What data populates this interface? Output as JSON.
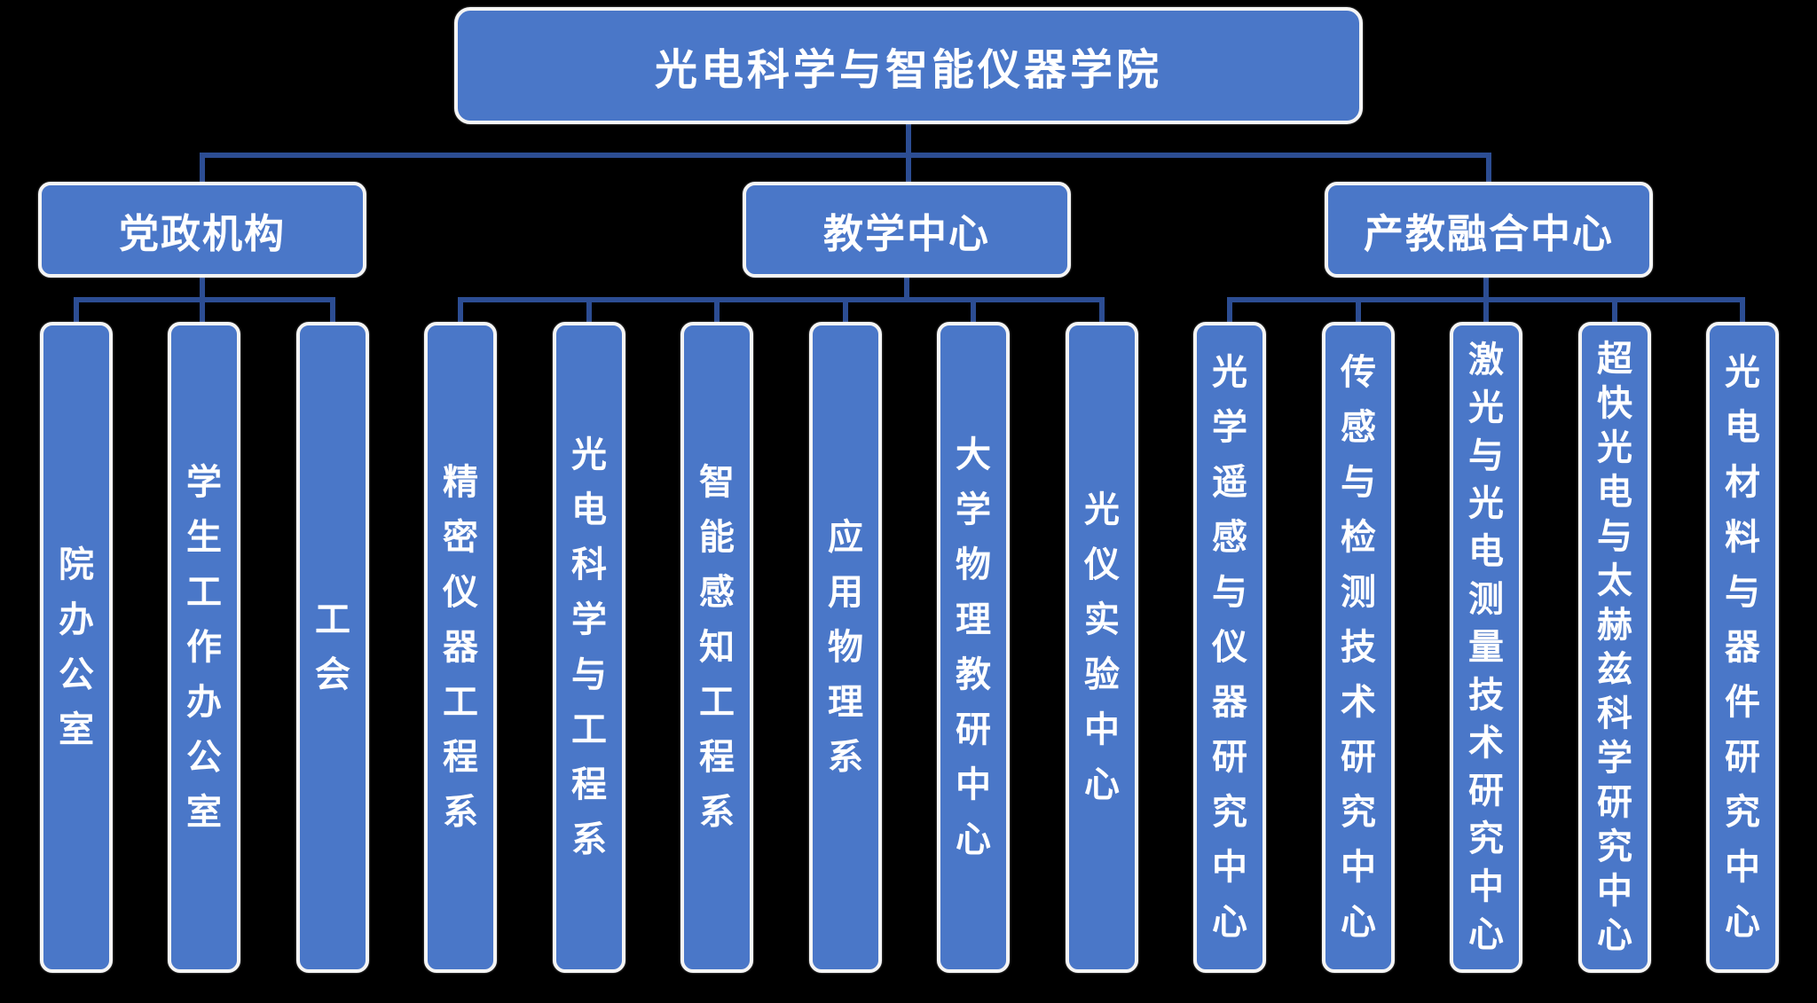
{
  "title": "光电科学与智能仪器学院",
  "groups": [
    {
      "label": "党政机构",
      "children": [
        "院办公室",
        "学生工作办公室",
        "工会"
      ]
    },
    {
      "label": "教学中心",
      "children": [
        "精密仪器工程系",
        "光电科学与工程系",
        "智能感知工程系",
        "应用物理系",
        "大学物理教研中心",
        "光仪实验中心"
      ]
    },
    {
      "label": "产教融合中心",
      "children": [
        "光学遥感与仪器研究中心",
        "传感与检测技术研究中心",
        "激光与光电测量技术研究中心",
        "超快光电与太赫兹科学研究中心",
        "光电材料与器件研究中心"
      ]
    }
  ],
  "colors": {
    "box_fill": "#4A77C8",
    "box_border": "#F5F5F5",
    "connector_line": "#2C4D93",
    "text": "#FFFFFF",
    "background": "#000000"
  }
}
